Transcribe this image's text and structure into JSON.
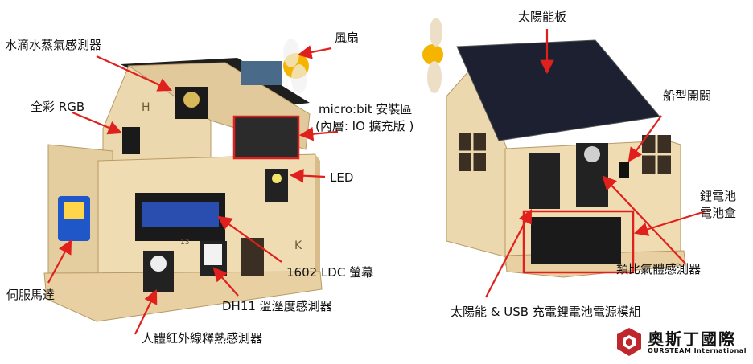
{
  "labels": {
    "water_sensor": "水滴水蒸氣感測器",
    "fan": "風扇",
    "rgb": "全彩 RGB",
    "microbit_line1": "micro:bit 安裝區",
    "microbit_line2": "(內層: IO 擴充版 )",
    "led": "LED",
    "servo": "伺服馬達",
    "lcd": "1602 LDC 螢幕",
    "dht": "DH11 溫溼度感測器",
    "pir": "人體紅外線釋熱感測器",
    "solar_panel": "太陽能板",
    "rocker_switch": "船型開關",
    "battery_line1": "鋰電池",
    "battery_line2": "電池盒",
    "gas_sensor": "類比氣體感測器",
    "power_module": "太陽能 & USB 充電鋰電池電源模組"
  },
  "house_marks": {
    "letter_h": "H",
    "letter_k": "K",
    "number_13": "13"
  },
  "logo": {
    "name_cn": "奧斯丁國際",
    "name_en": "OURSTEAM International",
    "color": "#c0272d"
  },
  "colors": {
    "arrow": "#e0201c",
    "wood": "#e8d3a8",
    "wood_dark": "#c9ac78",
    "roof": "#1e1e1e",
    "solar": "#1c2030",
    "fan": "#f4b400"
  }
}
